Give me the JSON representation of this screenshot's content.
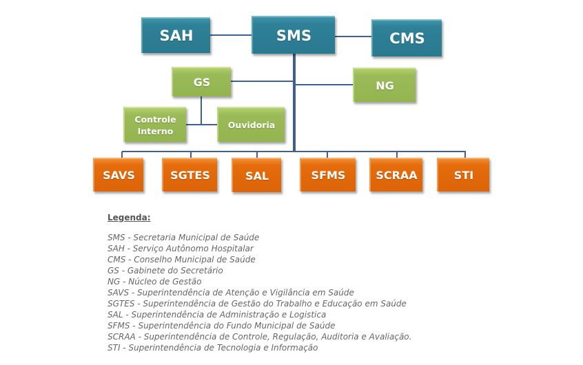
{
  "org_chart": {
    "top": [
      {
        "id": "sah",
        "label": "SAH"
      },
      {
        "id": "sms",
        "label": "SMS"
      },
      {
        "id": "cms",
        "label": "CMS"
      }
    ],
    "middle": [
      {
        "id": "gs",
        "label": "GS"
      },
      {
        "id": "ng",
        "label": "NG"
      },
      {
        "id": "controle-interno",
        "label": "Controle Interno",
        "lines": [
          "Controle",
          "Interno"
        ]
      },
      {
        "id": "ouvidoria",
        "label": "Ouvidoria"
      }
    ],
    "bottom": [
      {
        "id": "savs",
        "label": "SAVS"
      },
      {
        "id": "sgtes",
        "label": "SGTES"
      },
      {
        "id": "sal",
        "label": "SAL"
      },
      {
        "id": "sfms",
        "label": "SFMS"
      },
      {
        "id": "scraa",
        "label": "SCRAA"
      },
      {
        "id": "sti",
        "label": "STI"
      }
    ],
    "colors": {
      "top_level": "#2e8198",
      "staff": "#9bbb59",
      "superintendencies": "#e46c0a",
      "connector": "#3f6190"
    }
  },
  "legend": {
    "title": "Legenda:",
    "items": [
      "SMS - Secretaria Municipal de Saúde",
      "SAH - Serviço Autônomo Hospitalar",
      "CMS - Conselho Municipal de Saúde",
      "GS - Gabinete do Secretário",
      "NG - Núcleo de Gestão",
      "SAVS - Superintendência de Atenção e Vigilância em Saúde",
      "SGTES - Superintendência de Gestão do Trabalho e Educação em Saúde",
      "SAL - Superintendência de Administração e Logistica",
      "SFMS - Superintendência do Fundo Municipal de Saúde",
      "SCRAA - Superintendência de Controle, Regulação, Auditoria e Avaliação.",
      "STI - Superintendência de Tecnologia e Informação"
    ]
  }
}
